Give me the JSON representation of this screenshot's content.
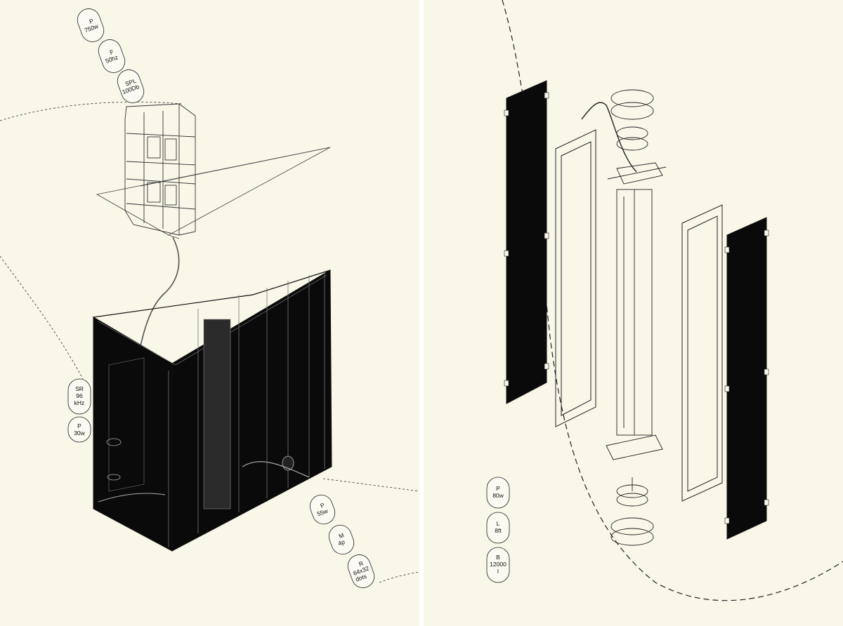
{
  "left_panel": {
    "speaker_specs": [
      {
        "label": "P",
        "value": "750w"
      },
      {
        "label": "F",
        "value": "50hz"
      },
      {
        "label": "SPL",
        "value": "100Db"
      }
    ],
    "recorder_specs": [
      {
        "label": "SR",
        "value": "96",
        "value2": "kHz"
      },
      {
        "label": "P",
        "value": "30w"
      }
    ],
    "display_specs": [
      {
        "label": "P",
        "value": "55w"
      },
      {
        "label": "M",
        "value": "4p"
      },
      {
        "label": "R",
        "value": "64x32",
        "value2": "dots"
      }
    ]
  },
  "right_panel": {
    "light_specs": [
      {
        "label": "P",
        "value": "80w"
      },
      {
        "label": "L",
        "value": "8ft"
      },
      {
        "label": "B",
        "value": "12000",
        "value2": "l"
      }
    ]
  },
  "colors": {
    "background": "#f9f7e8",
    "ink": "#111111",
    "panel_black": "#0a0a0a"
  }
}
